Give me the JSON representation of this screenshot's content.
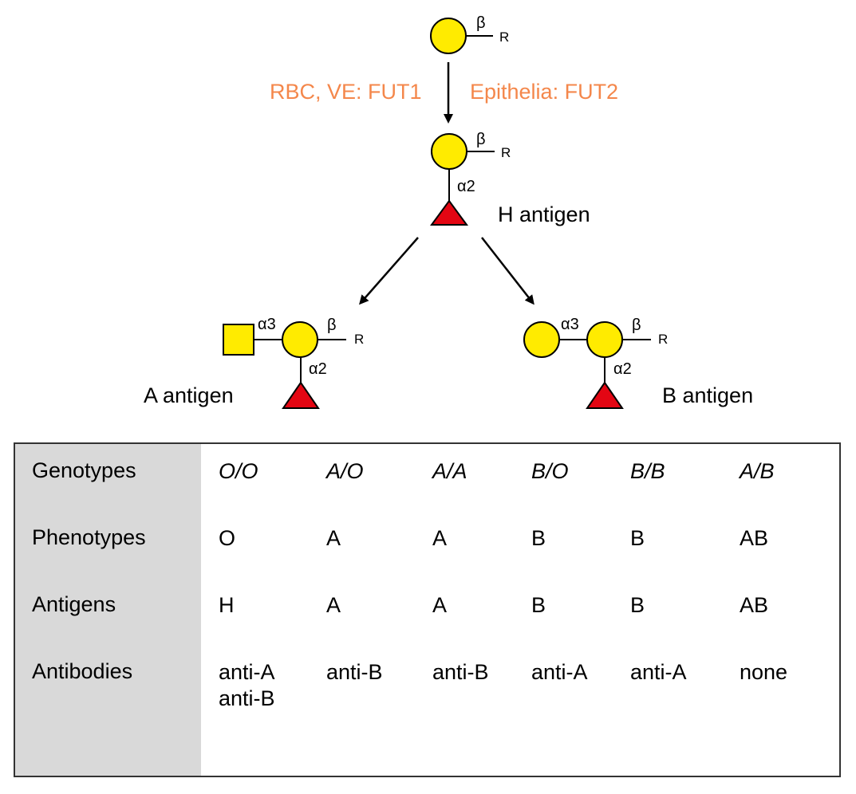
{
  "diagram": {
    "precursor": {
      "linkage": "β",
      "reducing_end": "R"
    },
    "enzymes": {
      "left": "RBC, VE: FUT1",
      "right": "Epithelia: FUT2"
    },
    "h_antigen": {
      "label": "H antigen",
      "linkage_top": "β",
      "reducing_end": "R",
      "linkage_fuc": "α2"
    },
    "a_antigen": {
      "label": "A antigen",
      "linkage_galnac": "α3",
      "linkage_top": "β",
      "reducing_end": "R",
      "linkage_fuc": "α2"
    },
    "b_antigen": {
      "label": "B antigen",
      "linkage_gal": "α3",
      "linkage_top": "β",
      "reducing_end": "R",
      "linkage_fuc": "α2"
    },
    "colors": {
      "galactose": "#ffeb00",
      "fucose": "#e30613",
      "enzyme_text": "#f4874b",
      "table_header_bg": "#d9d9d9"
    },
    "shapes": {
      "galactose": "yellow-circle",
      "galnac": "yellow-square",
      "fucose": "red-triangle"
    }
  },
  "table": {
    "rows": [
      {
        "label": "Genotypes",
        "cells": [
          "O/O",
          "A/O",
          "A/A",
          "B/O",
          "B/B",
          "A/B"
        ]
      },
      {
        "label": "Phenotypes",
        "cells": [
          "O",
          "A",
          "A",
          "B",
          "B",
          "AB"
        ]
      },
      {
        "label": "Antigens",
        "cells": [
          "H",
          "A",
          "A",
          "B",
          "B",
          "AB"
        ]
      },
      {
        "label": "Antibodies",
        "cells": [
          "anti-A\nanti-B",
          "anti-B",
          "anti-B",
          "anti-A",
          "anti-A",
          "none"
        ]
      }
    ]
  }
}
